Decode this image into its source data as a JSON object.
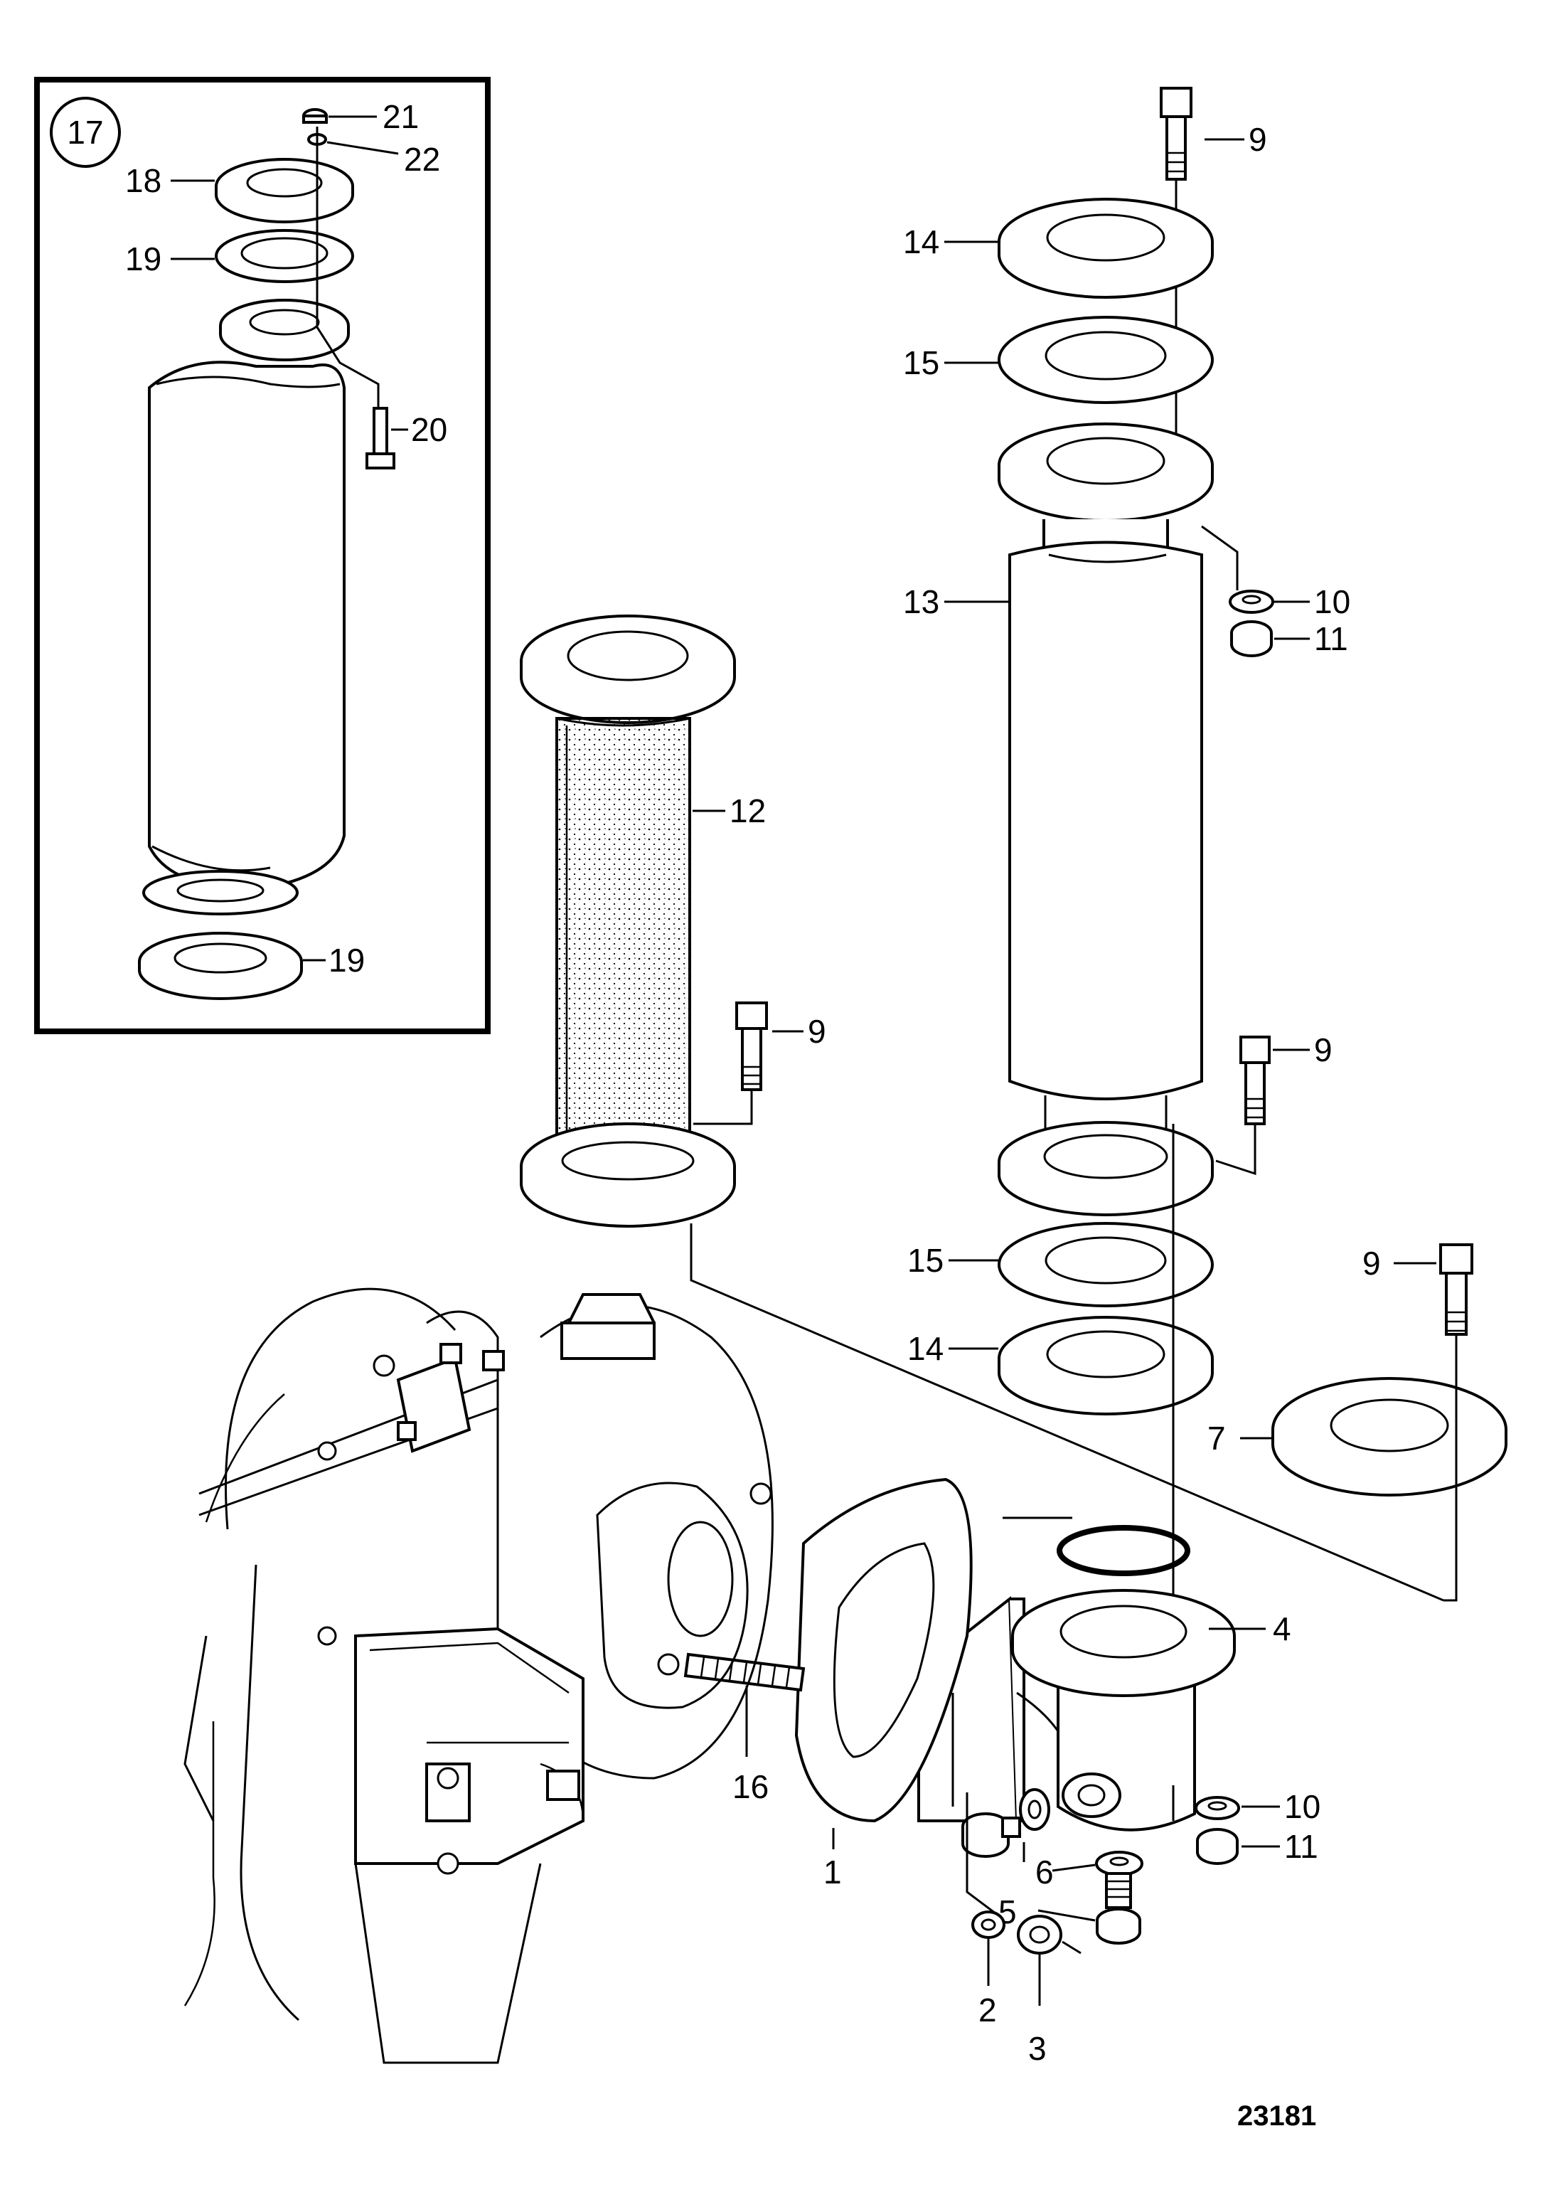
{
  "figure_number": "23181",
  "inset": {
    "number": "17",
    "labels": [
      "21",
      "22",
      "18",
      "19",
      "20",
      "19"
    ]
  },
  "labels": {
    "n9a": "9",
    "n14a": "14",
    "n15a": "15",
    "n13": "13",
    "n10a": "10",
    "n11a": "11",
    "n12": "12",
    "n9b": "9",
    "n9c": "9",
    "n15b": "15",
    "n9d": "9",
    "n14b": "14",
    "n7": "7",
    "n4": "4",
    "n16": "16",
    "n1": "1",
    "n10b": "10",
    "n11b": "11",
    "n6": "6",
    "n5": "5",
    "n2": "2",
    "n3": "3"
  }
}
